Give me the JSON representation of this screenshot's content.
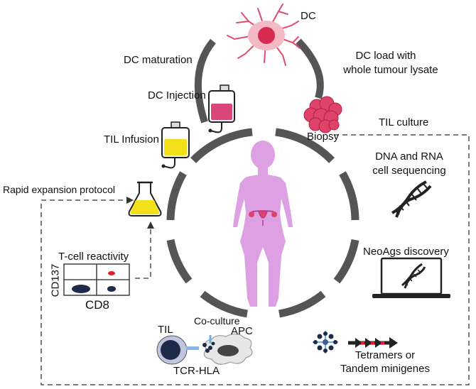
{
  "labels": {
    "dc": "DC",
    "dc_maturation": "DC maturation",
    "dc_load": "DC load with",
    "dc_load_2": "whole tumour lysate",
    "dc_injection": "DC Injection",
    "til_infusion": "TIL Infusion",
    "biopsy": "Biopsy",
    "til_culture": "TIL culture",
    "rapid_expansion": "Rapid expansion protocol",
    "sequencing": "DNA and RNA",
    "sequencing_2": "cell sequencing",
    "neoags": "NeoAgs discovery",
    "tcell_reactivity": "T-cell reactivity",
    "cd137": "CD137",
    "cd8": "CD8",
    "coculture": "Co-culture",
    "til": "TIL",
    "apc": "APC",
    "tcr_hla": "TCR-HLA",
    "tetramers": "Tetramers or",
    "tetramers_2": "Tandem minigenes"
  },
  "colors": {
    "arc": "#555555",
    "body": "#dca0e3",
    "tumour": "#e0436a",
    "yellow_liquid": "#f2e11a",
    "pink_liquid": "#d9477a",
    "cell_navy": "#1e2a4a",
    "dna": "#222222"
  }
}
